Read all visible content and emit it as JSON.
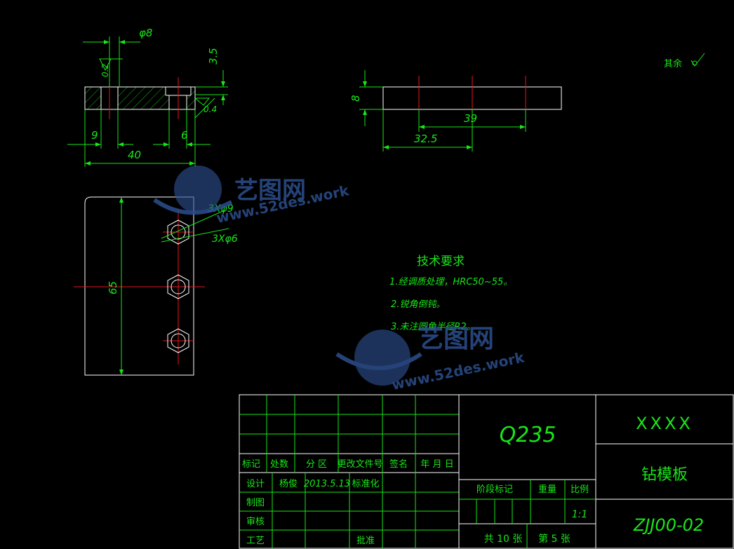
{
  "surface": {
    "note_remaining": "其余",
    "ra_top": "0.2",
    "ra_slot": "0.4"
  },
  "dimensions": {
    "top_dia": "φ8",
    "top_depth": "3.5",
    "left_hole": "9",
    "right_hole": "6",
    "overall_length": "40",
    "side_thickness": "8",
    "side_39": "39",
    "side_32_5": "32.5",
    "height": "65",
    "big_holes": "3Xφ9",
    "small_holes": "3Xφ6"
  },
  "tech_req": {
    "title": "技术要求",
    "line1": "1.经调质处理，HRC50~55。",
    "line2": "2.锐角倒钝。",
    "line3": "3.未注圆角半径R2。"
  },
  "watermark": {
    "brand": "艺图网",
    "url": "www.52des.work"
  },
  "title_block": {
    "h_mark": "标记",
    "h_count": "处数",
    "h_zone": "分 区",
    "h_doc": "更改文件号",
    "h_sign": "签名",
    "h_date": "年 月 日",
    "r_design": "设计",
    "designer": "杨俊",
    "date": "2013.5.13",
    "r_std": "标准化",
    "r_draw": "制图",
    "r_check": "审核",
    "r_process": "工艺",
    "r_approve": "批准",
    "material": "Q235",
    "stage": "阶段标记",
    "weight": "重量",
    "scale_label": "比例",
    "scale": "1:1",
    "sheets": "共 10 张",
    "sheet_no": "第 5 张",
    "company": "XXXX",
    "part_name": "钻模板",
    "drawing_no": "ZJJ00-02"
  },
  "colors": {
    "background": "#000000",
    "dimension": "#19e619",
    "outline": "#ffffff",
    "centerline": "#e6141e",
    "watermark": "#2c4f8f"
  }
}
